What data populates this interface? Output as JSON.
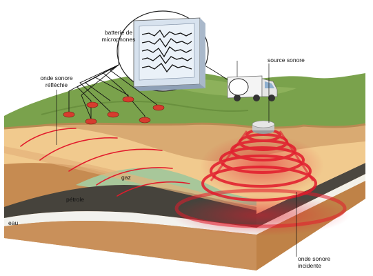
{
  "labels": {
    "mic_array_line1": "batterie de",
    "mic_array_line2": "microphones",
    "reflected_line1": "onde sonore",
    "reflected_line2": "réfléchie",
    "source": "source sonore",
    "gas": "gaz",
    "oil": "pétrole",
    "water": "eau",
    "incident_line1": "onde sonore",
    "incident_line2": "incidente"
  },
  "icons": {
    "truck": "truck-icon",
    "monitor": "seismograph-monitor-icon",
    "microphone": "microphone-icon",
    "emitter": "sound-emitter-icon"
  },
  "colors": {
    "ground": "#7aa24c",
    "soil_top": "#d8a870",
    "soil_mid": "#f0c88c",
    "gas": "#a9c89a",
    "oil": "#46433c",
    "water": "#f2f2ee",
    "bedrock": "#c9905a",
    "wave": "#e21b2c",
    "microphone": "#d63c2e",
    "screen": "#dfe9f5"
  }
}
